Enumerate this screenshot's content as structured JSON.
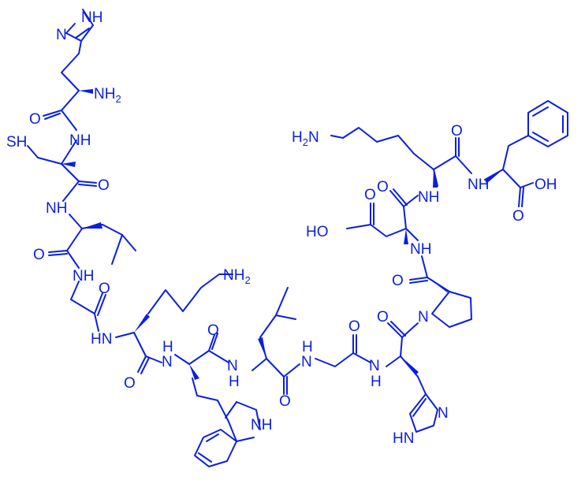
{
  "diagram": {
    "color": "#0a1ee6",
    "labels": {
      "nh": "NH",
      "n": "N",
      "h": "H",
      "h2": "H",
      "o": "O",
      "oh": "OH",
      "ho": "HO",
      "sh": "SH",
      "two": "2"
    }
  }
}
